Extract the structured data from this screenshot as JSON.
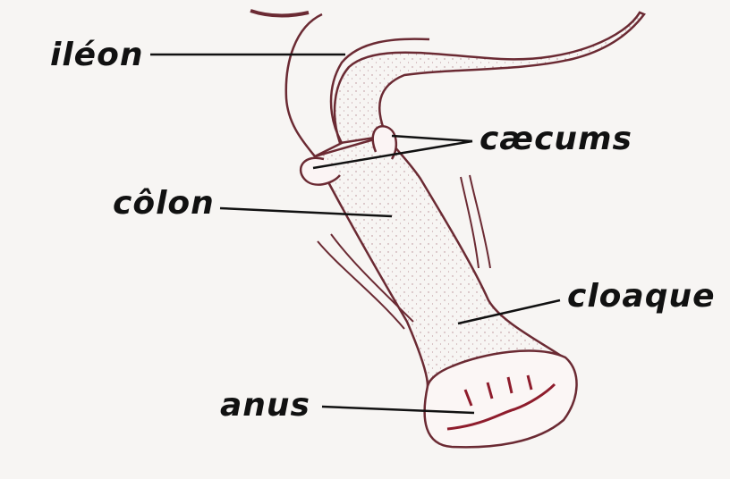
{
  "labels": {
    "ileon": "iléon",
    "caecums": "cæcums",
    "colon": "côlon",
    "cloaque": "cloaque",
    "anus": "anus"
  },
  "colors": {
    "outline": "#6b2a33",
    "stipple": "#a0707a",
    "mucosa": "#8e1c2c",
    "leader": "#111111",
    "paper": "#f7f5f3"
  }
}
